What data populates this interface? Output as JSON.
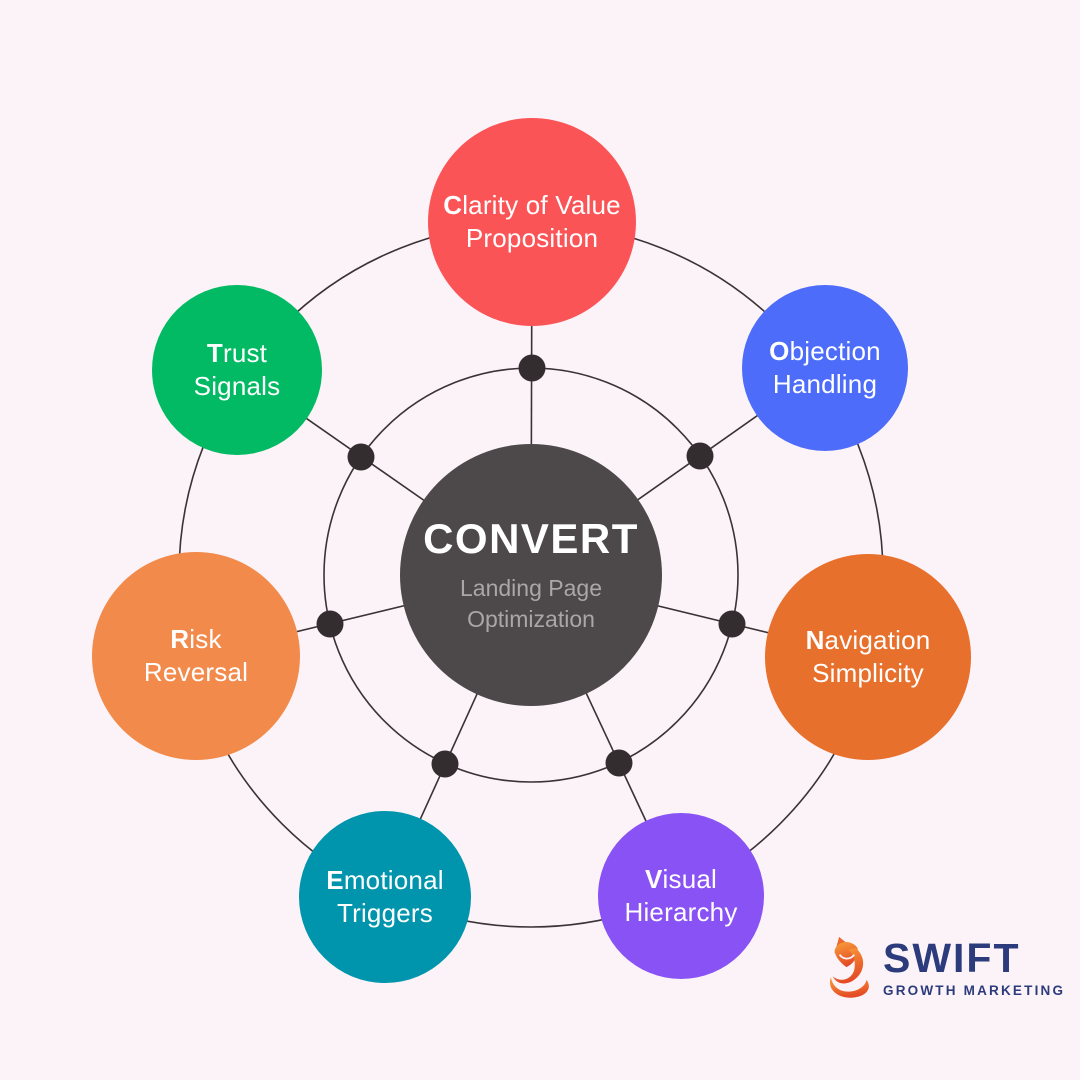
{
  "background_color": "#FCF3F8",
  "hub": {
    "title": "CONVERT",
    "subtitle": "Landing Page Optimization",
    "color": "#4D4849",
    "title_color": "#FFFFFF",
    "subtitle_color": "#ABA6A7"
  },
  "connectors": {
    "line_color": "#3A3335",
    "dot_color": "#332D30"
  },
  "satellites": [
    {
      "name": "clarity-of-value-proposition",
      "letter": "C",
      "rest": "larity of Value",
      "line2": "Proposition",
      "color": "#FB5457"
    },
    {
      "name": "objection-handling",
      "letter": "O",
      "rest": "bjection",
      "line2": "Handling",
      "color": "#4D6CFA"
    },
    {
      "name": "navigation-simplicity",
      "letter": "N",
      "rest": "avigation",
      "line2": "Simplicity",
      "color": "#E8702D"
    },
    {
      "name": "visual-hierarchy",
      "letter": "V",
      "rest": "isual",
      "line2": "Hierarchy",
      "color": "#8952F5"
    },
    {
      "name": "emotional-triggers",
      "letter": "E",
      "rest": "motional",
      "line2": "Triggers",
      "color": "#0095AD"
    },
    {
      "name": "risk-reversal",
      "letter": "R",
      "rest": "isk",
      "line2": "Reversal",
      "color": "#F28A4B"
    },
    {
      "name": "trust-signals",
      "letter": "T",
      "rest": "rust",
      "line2": "Signals",
      "color": "#02BA64"
    }
  ],
  "logo": {
    "brand": "SWIFT",
    "tagline": "GROWTH MARKETING",
    "text_color": "#2C3B7C",
    "icon": "fox-icon",
    "icon_gradient": [
      "#F9A13B",
      "#E44A26"
    ]
  }
}
